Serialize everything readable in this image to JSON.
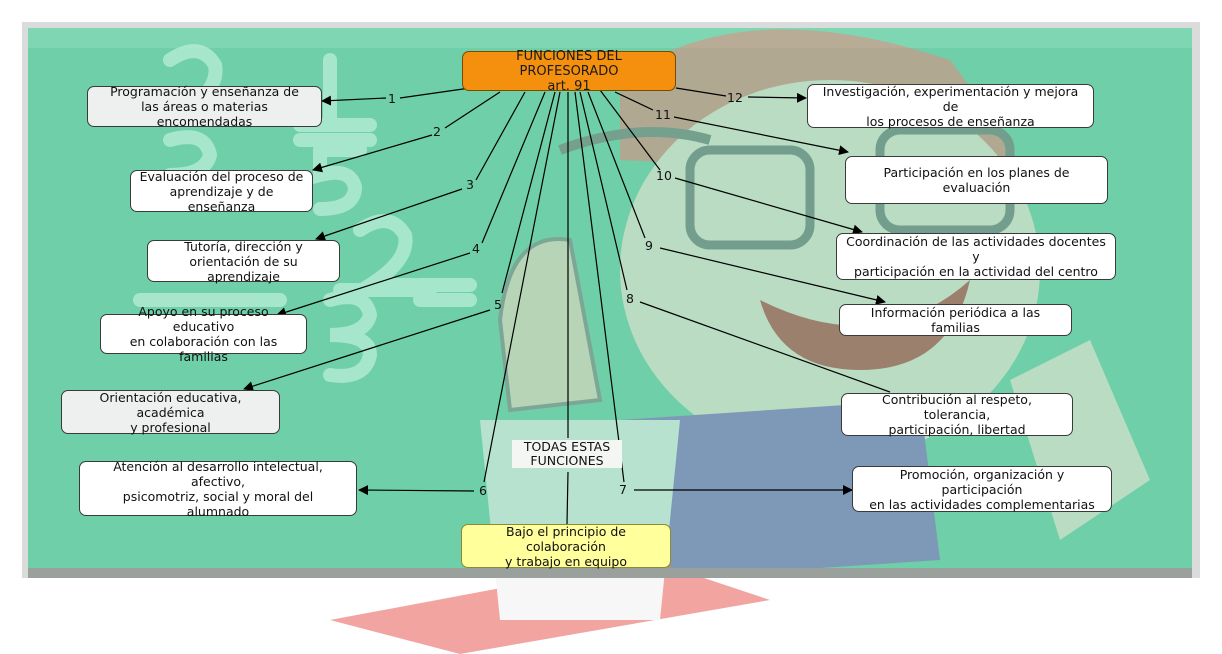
{
  "colors": {
    "board": "#6fcfa8",
    "board_dark": "#58b893",
    "center_fill": "#f4900e",
    "bottom_fill": "#ffff9c"
  },
  "center": {
    "line1": "FUNCIONES DEL PROFESORADO",
    "line2": "art. 91"
  },
  "bottom": {
    "text": "Bajo el principio de colaboración\ny trabajo en equipo"
  },
  "link_todas": "TODAS ESTAS\nFUNCIONES",
  "functions": [
    {
      "num": "1",
      "text": "Programación y enseñanza de\nlas áreas o materias encomendadas"
    },
    {
      "num": "2",
      "text": "Evaluación del proceso de\naprendizaje y de enseñanza"
    },
    {
      "num": "3",
      "text": "Tutoría, dirección y\norientación de su aprendizaje"
    },
    {
      "num": "4",
      "text": "Apoyo en su proceso educativo\nen colaboración con las familias"
    },
    {
      "num": "5",
      "text": "Orientación educativa, académica\ny profesional"
    },
    {
      "num": "6",
      "text": "Atención al desarrollo intelectual, afectivo,\npsicomotriz, social y moral del\nalumnado"
    },
    {
      "num": "7",
      "text": "Promoción, organización y participación\nen las actividades complementarias"
    },
    {
      "num": "8",
      "text": "Contribución al respeto, tolerancia,\nparticipación, libertad"
    },
    {
      "num": "9",
      "text": "Información periódica a las familias"
    },
    {
      "num": "10",
      "text": "Coordinación de las actividades docentes y\nparticipación en la actividad del centro"
    },
    {
      "num": "11",
      "text": "Participación en los planes de evaluación"
    },
    {
      "num": "12",
      "text": "Investigación, experimentación y mejora de\nlos procesos de enseñanza"
    }
  ]
}
